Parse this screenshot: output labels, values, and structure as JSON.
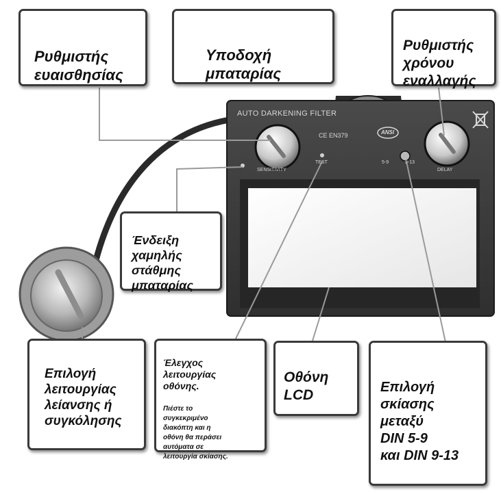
{
  "device": {
    "filter_title": "AUTO DARKENING FILTER",
    "ce_mark": "CE EN379",
    "brand_mark": "ANSI",
    "knob_left_label": "SENSITIVITY",
    "knob_right_label": "DELAY",
    "test_label": "TEST",
    "shade_low_label": "5-9",
    "shade_high_label": "9-13"
  },
  "callouts": {
    "sensitivity": "Ρυθμιστής\nευαισθησίας",
    "battery_slot": "Υποδοχή\nμπαταρίας",
    "delay": "Ρυθμιστής\nχρόνου\nεναλλαγής",
    "low_battery": "Ένδειξη\nχαμηλής\nστάθμης\nμπαταρίας",
    "grind_weld": "Επιλογή\nλειτουργίας\nλείανσης ή\nσυγκόλησης",
    "screen_test_title": "Έλεγχος\nλειτουργίας\nοθόνης.",
    "screen_test_note": "Πιέστε το\nσυγκεκριμένο\nδιακόπτη και η\nοθόνη θα περάσει\nαυτόματα σε\nλειτουργία σκίασης.",
    "lcd": "Οθόνη\nLCD",
    "shade": "Επιλογή\nσκίασης\nμεταξύ\nDIN 5-9\nκαι DIN 9-13"
  },
  "colors": {
    "box_border": "#3a3a3a",
    "device_body": "#3c3c3c",
    "lcd_glass": "#f3f3f3",
    "leader_line": "#9a9a9a"
  }
}
